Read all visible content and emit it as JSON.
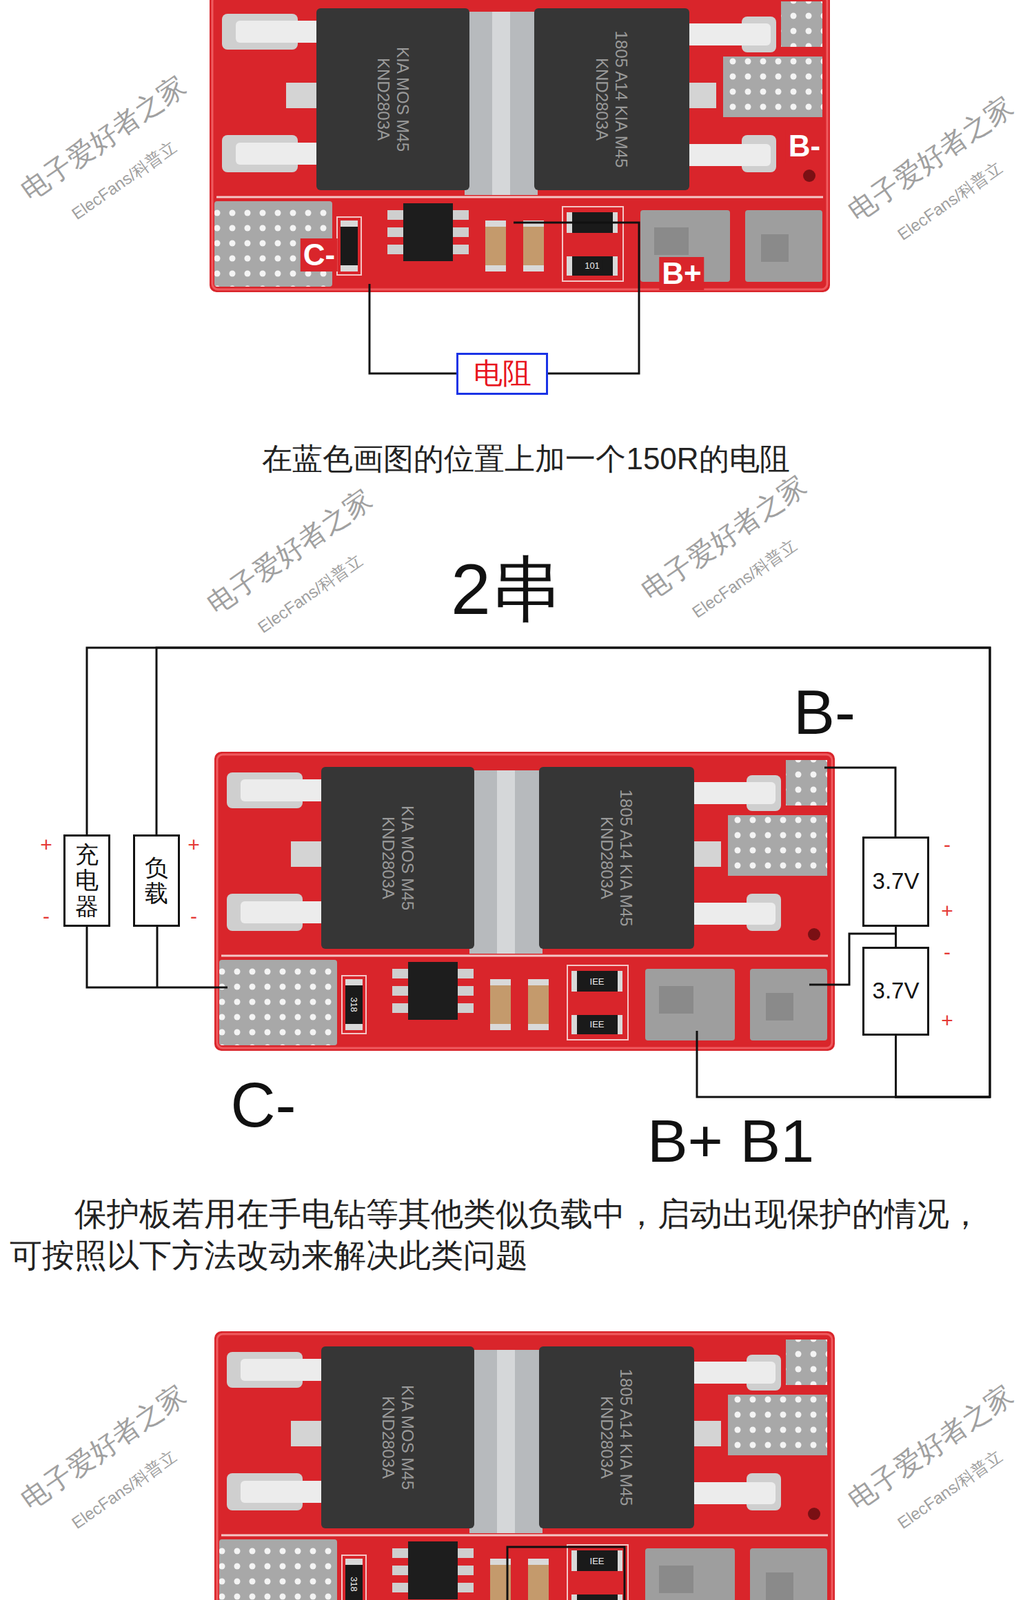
{
  "diagram": {
    "title": "2串",
    "caption": "在蓝色画图的位置上加一个150R的电阻",
    "nodes": [
      {
        "text": [
          "电阻"
        ]
      },
      {
        "text": [
          "充电器"
        ]
      },
      {
        "text": [
          "负载"
        ]
      },
      {
        "text": [
          "3.7V"
        ]
      },
      {
        "text": [
          "3.7V"
        ]
      }
    ],
    "edges": [
      {
        "from": 1,
        "to": 4,
        "arrow": "none"
      },
      {
        "from": 2,
        "to": 4,
        "arrow": "none"
      },
      {
        "from": 3,
        "to": 4,
        "arrow": "none"
      }
    ],
    "labels": [
      "C-",
      "B+",
      "B-",
      "101",
      "KIA MOS M45 KND2803A",
      "1805 A14 KIA M45 KND2803A",
      "B-",
      "C-",
      "B+ B1",
      "+",
      "-",
      "+",
      "-",
      "-",
      "+",
      "-",
      "+",
      "KIA MOS M45 KND2803A",
      "1805 A14 KIA M45 KND2803A",
      "318",
      "IEE",
      "IEE",
      "保护板若用在手电钻等其他类似负载中，启动出现保护的情况，可按照以下方法改动来解决此类问题",
      "KIA MOS M45 KND2803A",
      "1805 A14 KIA M45 KND2803A",
      "318",
      "IEE",
      "电子爱好者之家",
      "ElecFans/科普立",
      "电子爱好者之家",
      "ElecFans/科普立",
      "电子爱好者之家",
      "ElecFans/科普立",
      "电子爱好者之家",
      "ElecFans/科普立",
      "电子爱好者之家",
      "ElecFans/科普立",
      "电子爱好者之家",
      "ElecFans/科普立"
    ]
  }
}
